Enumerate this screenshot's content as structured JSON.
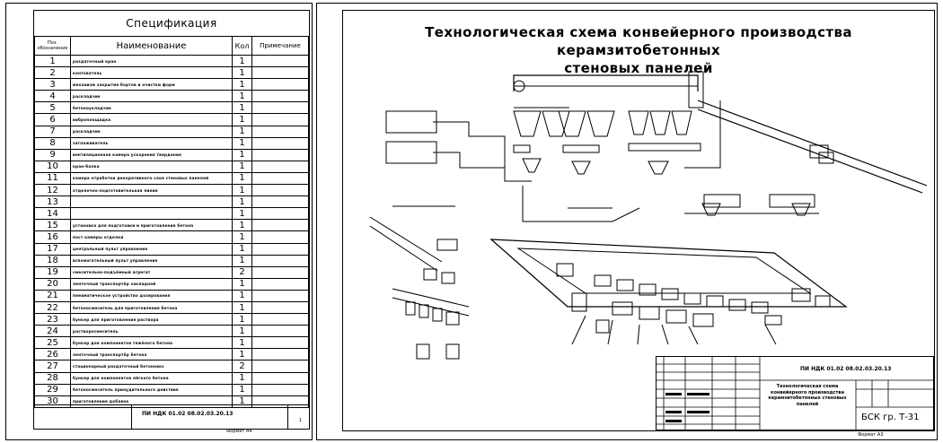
{
  "spec": {
    "title": "Спецификация",
    "headers": {
      "pos": "Поз. обозначение",
      "name": "Наименование",
      "qty": "Кол",
      "note": "Примечание"
    },
    "rows": [
      {
        "n": "1",
        "name": "раздаточный кран",
        "q": "1"
      },
      {
        "n": "2",
        "name": "кантователь",
        "q": "1"
      },
      {
        "n": "3",
        "name": "механизм закрытия бортов и очистки форм",
        "q": "1"
      },
      {
        "n": "4",
        "name": "раскладчик",
        "q": "1"
      },
      {
        "n": "5",
        "name": "бетоноукладчик",
        "q": "1"
      },
      {
        "n": "6",
        "name": "виброплощадка",
        "q": "1"
      },
      {
        "n": "7",
        "name": "раскладчик",
        "q": "1"
      },
      {
        "n": "8",
        "name": "заглаживатель",
        "q": "1"
      },
      {
        "n": "9",
        "name": "вентиляционная камера ускорения твердения",
        "q": "1"
      },
      {
        "n": "10",
        "name": "кран-балка",
        "q": "1"
      },
      {
        "n": "11",
        "name": "камера отработки декоративного слоя стеновых панелей",
        "q": "1"
      },
      {
        "n": "12",
        "name": "отделочно-подготовительная линия",
        "q": "1"
      },
      {
        "n": "13",
        "name": "",
        "q": "1"
      },
      {
        "n": "14",
        "name": "",
        "q": "1"
      },
      {
        "n": "15",
        "name": "установка для подготовки и приготовления бетона",
        "q": "1"
      },
      {
        "n": "16",
        "name": "пост камеры отделки",
        "q": "1"
      },
      {
        "n": "17",
        "name": "центральный пульт управления",
        "q": "1"
      },
      {
        "n": "18",
        "name": "вспомогательный пульт управления",
        "q": "1"
      },
      {
        "n": "19",
        "name": "смесительно-подъёмный агрегат",
        "q": "2"
      },
      {
        "n": "20",
        "name": "ленточный транспортёр закладной",
        "q": "1"
      },
      {
        "n": "21",
        "name": "пневматическое устройство дозирования",
        "q": "1"
      },
      {
        "n": "22",
        "name": "бетоносмеситель для приготовления бетона",
        "q": "1"
      },
      {
        "n": "23",
        "name": "бункер для приготовления раствора",
        "q": "1"
      },
      {
        "n": "24",
        "name": "растворосмеситель",
        "q": "1"
      },
      {
        "n": "25",
        "name": "бункер для компонентов тяжёлого бетона",
        "q": "1"
      },
      {
        "n": "26",
        "name": "ленточный транспортёр бетона",
        "q": "1"
      },
      {
        "n": "27",
        "name": "стационарный раздаточный бетоновоз",
        "q": "2"
      },
      {
        "n": "28",
        "name": "бункер для компонентов лёгкого бетона",
        "q": "1"
      },
      {
        "n": "29",
        "name": "бетоносмеситель принудительного действия",
        "q": "1"
      },
      {
        "n": "30",
        "name": "приготовление добавок",
        "q": "1"
      }
    ],
    "stamp_code": "ПИ НДК 01.02 08.02.03.20.13",
    "sheet_no": "1",
    "format": "Формат А4"
  },
  "scheme": {
    "title_line1": "Технологическая схема конвейерного производства керамзитобетонных",
    "title_line2": "стеновых панелей",
    "stamp_code": "ПИ НДК 01.02 08.02.03.20.13",
    "stamp_desc": "Технологическая схема конвейерного производства керамзитобетонных стеновых панелей",
    "group": "БСК гр. Т-31",
    "format": "Формат А3"
  }
}
